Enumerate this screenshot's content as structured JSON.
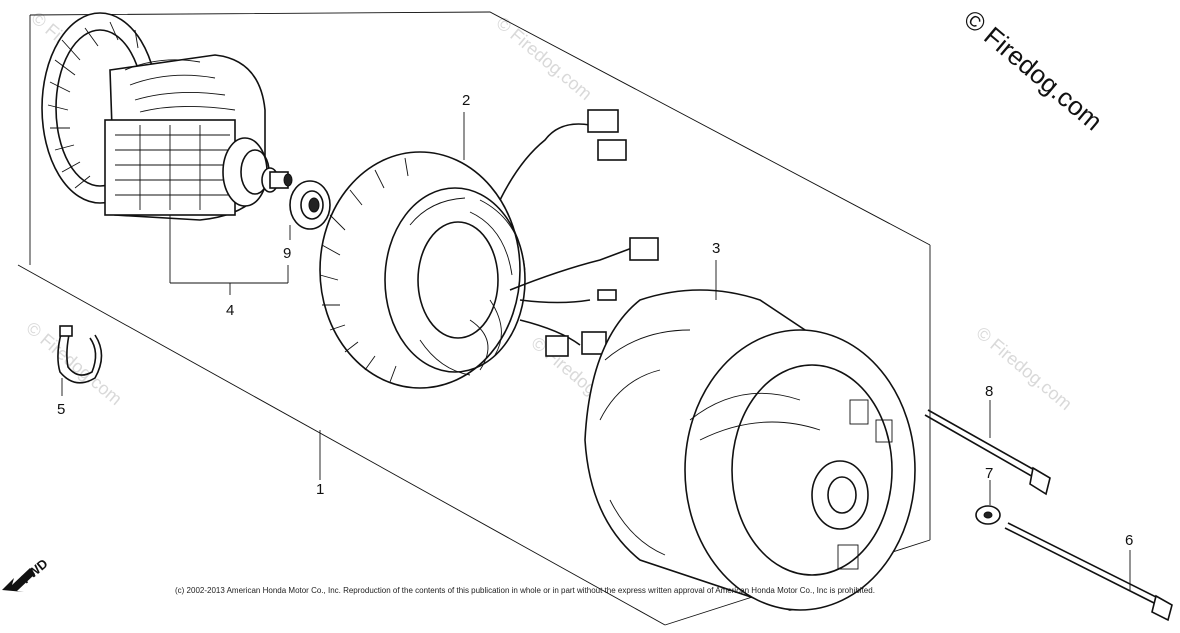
{
  "brand": {
    "text": "© Firedog.com"
  },
  "watermark": {
    "text": "© Firedog.com"
  },
  "fwd_label": "FWD",
  "copyright": "(c) 2002-2013 American Honda Motor Co., Inc. Reproduction of the contents of this publication in whole or in part without the express written approval of American Honda Motor Co., Inc is prohibited.",
  "callouts": {
    "c1": "1",
    "c2": "2",
    "c3": "3",
    "c4": "4",
    "c5": "5",
    "c6": "6",
    "c7": "7",
    "c8": "8",
    "c9": "9"
  },
  "colors": {
    "ink": "#111111",
    "watermark": "#d9d9d9",
    "background": "#ffffff"
  }
}
